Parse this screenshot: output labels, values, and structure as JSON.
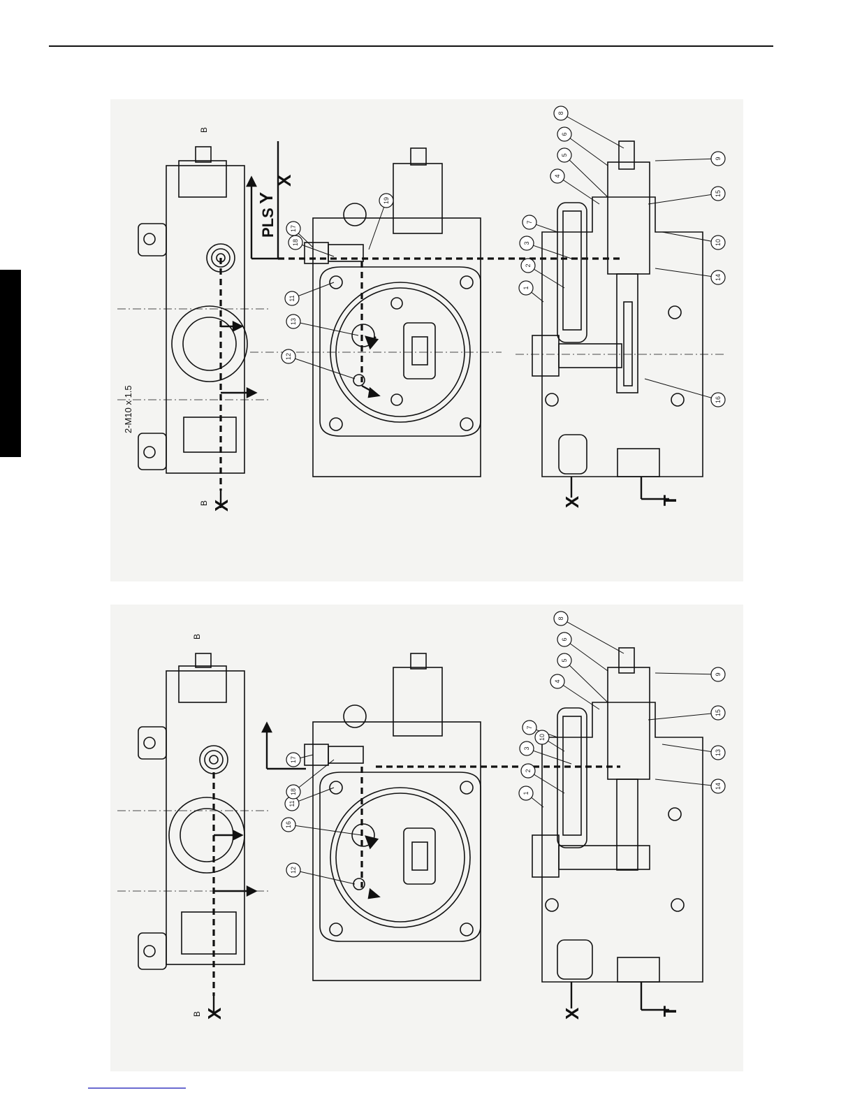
{
  "figure_top": {
    "port_labels": {
      "pls": "PLS",
      "x_top": "X",
      "y_top": "Y",
      "x_bottom_left": "X",
      "x_bottom_mid": "X",
      "t_bottom": "T"
    },
    "section_marks": {
      "top": "B",
      "bottom": "B"
    },
    "thread_callout": "2-M10 x 1.5",
    "balloons": [
      "1",
      "2",
      "3",
      "4",
      "5",
      "6",
      "7",
      "8",
      "9",
      "10",
      "11",
      "12",
      "13",
      "14",
      "15",
      "16",
      "17",
      "18",
      "19"
    ]
  },
  "figure_bottom": {
    "port_labels": {
      "x_bottom_left": "X",
      "x_bottom_mid": "X",
      "t_bottom": "T"
    },
    "section_marks": {
      "top": "B",
      "bottom": "B"
    },
    "balloons": [
      "1",
      "2",
      "3",
      "4",
      "5",
      "6",
      "7",
      "8",
      "9",
      "10",
      "11",
      "12",
      "13",
      "14",
      "15",
      "16",
      "17",
      "18"
    ]
  },
  "colors": {
    "ink": "#111111",
    "paper": "#f4f4f2",
    "tab": "#000000",
    "link": "#6b6bd0"
  }
}
